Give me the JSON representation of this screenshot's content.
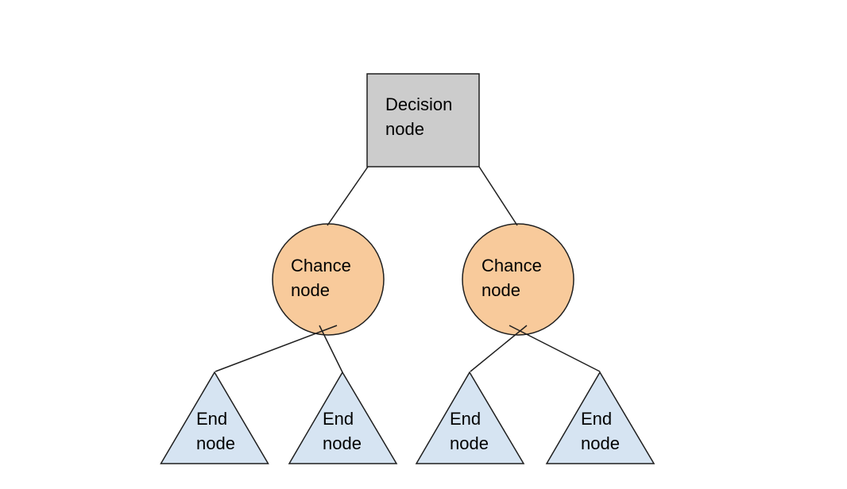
{
  "diagram": {
    "type": "decision-tree",
    "background_color": "#ffffff",
    "stroke_color": "#1f1f1f",
    "text_color": "#000000",
    "nodes": [
      {
        "id": "decision",
        "shape": "square",
        "label": "Decision\nnode",
        "fill": "#cccccc"
      },
      {
        "id": "chance-left",
        "shape": "circle",
        "label": "Chance\nnode",
        "fill": "#f8ca9b"
      },
      {
        "id": "chance-right",
        "shape": "circle",
        "label": "Chance\nnode",
        "fill": "#f8ca9b"
      },
      {
        "id": "end-1",
        "shape": "triangle",
        "label": "End\nnode",
        "fill": "#d6e4f2"
      },
      {
        "id": "end-2",
        "shape": "triangle",
        "label": "End\nnode",
        "fill": "#d6e4f2"
      },
      {
        "id": "end-3",
        "shape": "triangle",
        "label": "End\nnode",
        "fill": "#d6e4f2"
      },
      {
        "id": "end-4",
        "shape": "triangle",
        "label": "End\nnode",
        "fill": "#d6e4f2"
      }
    ],
    "edges": [
      {
        "from": "decision",
        "to": "chance-left"
      },
      {
        "from": "decision",
        "to": "chance-right"
      },
      {
        "from": "chance-left",
        "to": "end-1"
      },
      {
        "from": "chance-left",
        "to": "end-2"
      },
      {
        "from": "chance-right",
        "to": "end-3"
      },
      {
        "from": "chance-right",
        "to": "end-4"
      }
    ]
  }
}
